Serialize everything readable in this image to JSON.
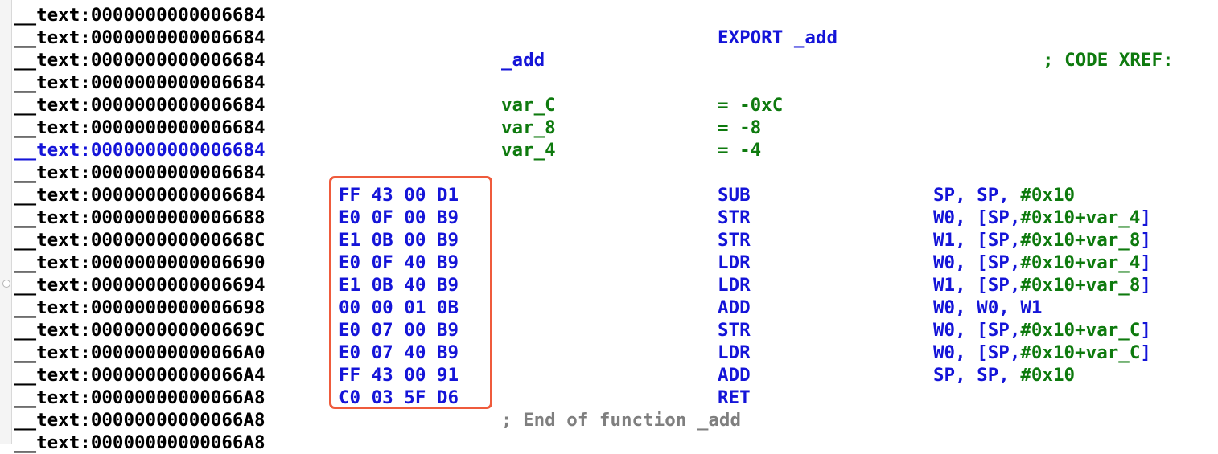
{
  "highlight_color": "#ef5b3c",
  "colors": {
    "blue": "#1414d8",
    "green": "#0e7a0e",
    "gray": "#7f7f7f"
  },
  "lines": [
    {
      "addr": "__text:0000000000006684"
    },
    {
      "addr": "__text:0000000000006684",
      "mnem": "EXPORT _add",
      "mnem_color": "blue"
    },
    {
      "addr": "__text:0000000000006684",
      "label": "_add",
      "label_color": "blue",
      "xref": "; CODE XREF:"
    },
    {
      "addr": "__text:0000000000006684"
    },
    {
      "addr": "__text:0000000000006684",
      "label": "var_C",
      "label_color": "green",
      "mnem": "= -0xC",
      "mnem_color": "green"
    },
    {
      "addr": "__text:0000000000006684",
      "label": "var_8",
      "label_color": "green",
      "mnem": "= -8",
      "mnem_color": "green"
    },
    {
      "addr": "__text:0000000000006684",
      "addr_selected": true,
      "label": "var_4",
      "label_color": "green",
      "mnem": "= -4",
      "mnem_color": "green"
    },
    {
      "addr": "__text:0000000000006684"
    },
    {
      "addr": "__text:0000000000006684",
      "bytes": "FF 43 00 D1",
      "mnem": "SUB",
      "mnem_color": "blue",
      "op_reg": "SP, SP, ",
      "op_val": "#0x10"
    },
    {
      "addr": "__text:0000000000006688",
      "bytes": "E0 0F 00 B9",
      "mnem": "STR",
      "mnem_color": "blue",
      "op_reg": "W0, [SP,",
      "op_val": "#0x10+var_4",
      "op_tail": "]"
    },
    {
      "addr": "__text:000000000000668C",
      "bytes": "E1 0B 00 B9",
      "mnem": "STR",
      "mnem_color": "blue",
      "op_reg": "W1, [SP,",
      "op_val": "#0x10+var_8",
      "op_tail": "]"
    },
    {
      "addr": "__text:0000000000006690",
      "bytes": "E0 0F 40 B9",
      "mnem": "LDR",
      "mnem_color": "blue",
      "op_reg": "W0, [SP,",
      "op_val": "#0x10+var_4",
      "op_tail": "]"
    },
    {
      "addr": "__text:0000000000006694",
      "bytes": "E1 0B 40 B9",
      "mnem": "LDR",
      "mnem_color": "blue",
      "op_reg": "W1, [SP,",
      "op_val": "#0x10+var_8",
      "op_tail": "]"
    },
    {
      "addr": "__text:0000000000006698",
      "bytes": "00 00 01 0B",
      "mnem": "ADD",
      "mnem_color": "blue",
      "op_reg": "W0, W0, W1"
    },
    {
      "addr": "__text:000000000000669C",
      "bytes": "E0 07 00 B9",
      "mnem": "STR",
      "mnem_color": "blue",
      "op_reg": "W0, [SP,",
      "op_val": "#0x10+var_C",
      "op_tail": "]"
    },
    {
      "addr": "__text:00000000000066A0",
      "bytes": "E0 07 40 B9",
      "mnem": "LDR",
      "mnem_color": "blue",
      "op_reg": "W0, [SP,",
      "op_val": "#0x10+var_C",
      "op_tail": "]"
    },
    {
      "addr": "__text:00000000000066A4",
      "bytes": "FF 43 00 91",
      "mnem": "ADD",
      "mnem_color": "blue",
      "op_reg": "SP, SP, ",
      "op_val": "#0x10"
    },
    {
      "addr": "__text:00000000000066A8",
      "bytes": "C0 03 5F D6",
      "mnem": "RET",
      "mnem_color": "blue"
    },
    {
      "addr": "__text:00000000000066A8",
      "label": "; End of function _add",
      "label_color": "gray"
    },
    {
      "addr": "__text:00000000000066A8"
    }
  ]
}
